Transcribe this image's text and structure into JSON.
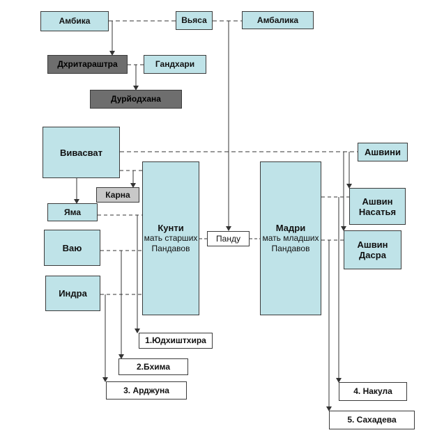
{
  "nodes": {
    "ambika": "Амбика",
    "vyasa": "Вьяса",
    "ambalika": "Амбалика",
    "dhritarashtra": "Дхритараштра",
    "gandhari": "Гандхари",
    "duryodhana": "Дурйодхана",
    "vivasvat": "Вивасват",
    "karna": "Карна",
    "yama": "Яма",
    "vayu": "Ваю",
    "indra": "Индра",
    "kunti_name": "Кунти",
    "kunti_sub": "мать старших Пандавов",
    "pandu": "Панду",
    "madri_name": "Мадри",
    "madri_sub": "мать младших Пандавов",
    "ashvini": "Ашвини",
    "ashvin_nasatya": "Ашвин Насатья",
    "ashvin_dasra": "Ашвин Дасра",
    "yudhishthira": "1.Юдхиштхира",
    "bhima": "2.Бхима",
    "arjuna": "3. Арджуна",
    "nakula": "4. Накула",
    "sahadeva": "5. Сахадева"
  },
  "colors": {
    "teal": "#bfe3e8",
    "dark": "#6e6e6e",
    "grey": "#c8c8c8",
    "line": "#333333"
  }
}
